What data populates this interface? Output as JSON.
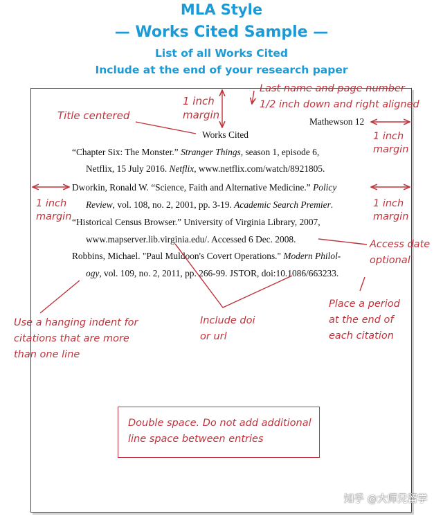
{
  "header": {
    "line1": "MLA Style",
    "line2": "— Works Cited Sample —",
    "line3": "List of all Works Cited",
    "line4": "Include at the end of your research paper"
  },
  "document": {
    "running_head": "Mathewson 12",
    "title": "Works Cited",
    "entries": [
      {
        "line1_plain": "“Chapter Six: The Monster.” ",
        "line1_italic": "Stranger Things",
        "line1_tail": ", season 1, episode 6,",
        "line2_plain": "Netflix, 15 July 2016. ",
        "line2_italic": "Netflix",
        "line2_tail": ", www.netflix.com/watch/8921805."
      },
      {
        "line1_plain": "Dworkin, Ronald W. “Science, Faith and Alternative Medicine.” ",
        "line1_italic": "Policy",
        "line2_italic": "Review",
        "line2_mid": ", vol. 108, no. 2, 2001, pp. 3-19. ",
        "line2_italic2": "Academic Search Premier",
        "line2_tail": "."
      },
      {
        "line1_plain": "“Historical Census Browser.” University of Virginia Library, 2007,",
        "line2_plain": "www.mapserver.lib.virginia.edu/. Accessed 6 Dec. 2008."
      },
      {
        "line1_plain": "Robbins, Michael. \"Paul Muldoon's Covert Operations.\" ",
        "line1_italic": "Modern Philol-",
        "line2_italic": "ogy",
        "line2_tail": ", vol. 109, no. 2, 2011, pp. 266-99. JSTOR, doi:10.1086/663233."
      }
    ]
  },
  "annotations": {
    "top_margin": [
      "1 inch",
      "margin"
    ],
    "title_centered": "Title centered",
    "running_head": [
      "Last name and page number",
      "1/2 inch down and right aligned"
    ],
    "right_margin_top": [
      "1 inch",
      "margin"
    ],
    "left_margin": [
      "1 inch",
      "margin"
    ],
    "right_margin_mid": [
      "1 inch",
      "margin"
    ],
    "access_date": [
      "Access date",
      "optional"
    ],
    "place_period": [
      "Place a period",
      "at the end of",
      "each citation"
    ],
    "hanging_indent": [
      "Use a hanging indent for",
      "citations that are more",
      "than one line"
    ],
    "include_doi": [
      "Include doi",
      "or url"
    ],
    "double_space": [
      "Double space. Do not add additional",
      "line space between entries"
    ]
  },
  "colors": {
    "header_blue": "#1a9ad6",
    "annotation_red": "#c0323b",
    "text": "#111111"
  },
  "watermark": "知乎 @大师兄留学"
}
